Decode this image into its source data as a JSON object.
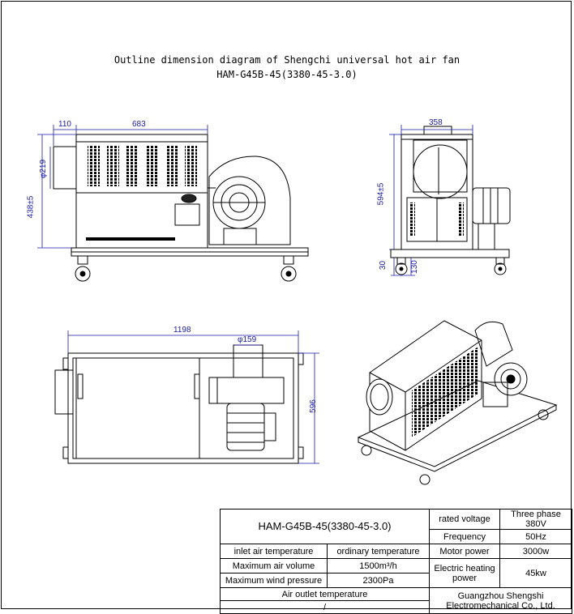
{
  "title": {
    "line1": "Outline dimension diagram of Shengchi universal hot air fan",
    "line2": "HAM-G45B-45(3380-45-3.0)"
  },
  "dimensions": {
    "front_inlet": "110",
    "front_length": "683",
    "front_height": "438±5",
    "front_inlet_diameter": "φ219",
    "side_width": "358",
    "side_height": "594±5",
    "side_base": "30",
    "side_wheel": "130",
    "top_length": "1198",
    "top_outlet_diameter": "φ159",
    "top_width": "596"
  },
  "spec": {
    "model": "HAM-G45B-45(3380-45-3.0)",
    "inlet_label": "inlet air temperature",
    "inlet_value": "ordinary temperature",
    "volume_label": "Maximum air volume",
    "volume_value": "1500m³/h",
    "pressure_label": "Maximum wind pressure",
    "pressure_value": "2300Pa",
    "outlet_label": "Air outlet temperature",
    "outlet_value": "/",
    "voltage_label": "rated voltage",
    "voltage_value": "Three phase 380V",
    "frequency_label": "Frequency",
    "frequency_value": "50Hz",
    "motor_label": "Motor power",
    "motor_value": "3000w",
    "heating_label": "Electric heating power",
    "heating_value": "45kw",
    "company": "Guangzhou Shengshi Electromechanical Co., Ltd."
  }
}
